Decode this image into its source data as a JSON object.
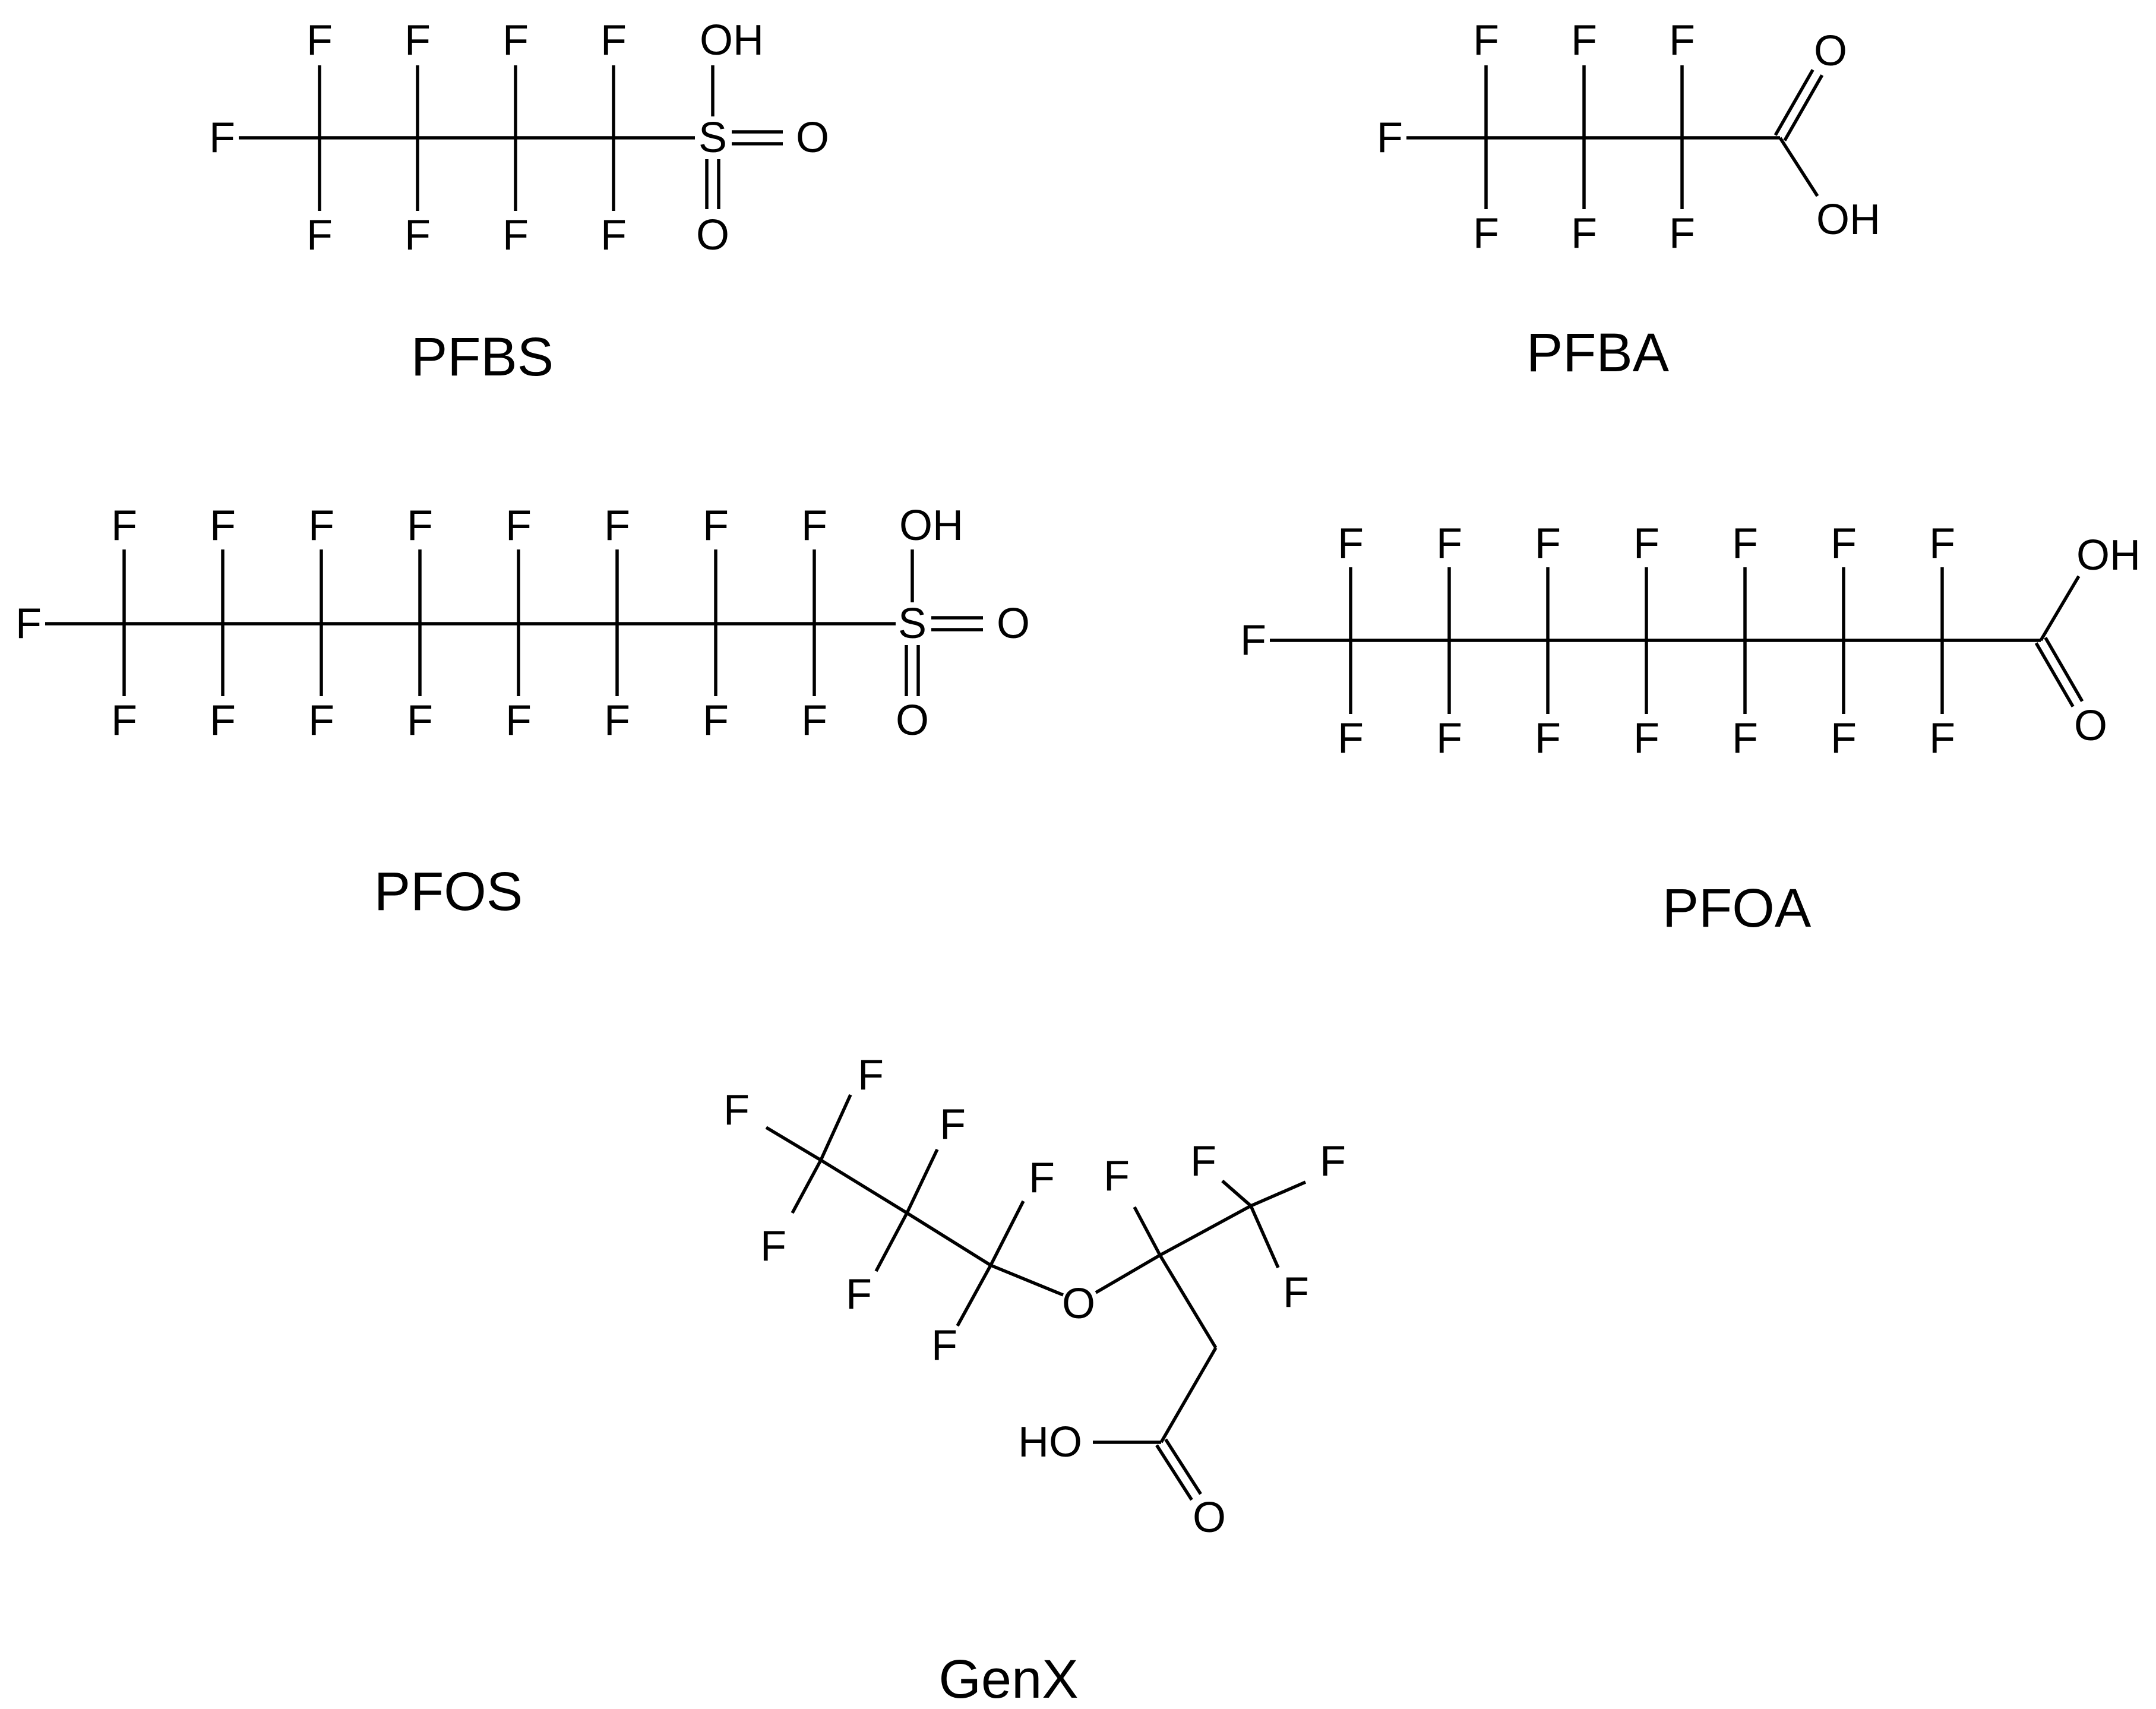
{
  "figure": {
    "background": "#ffffff",
    "ink": "#000000"
  },
  "compounds": [
    {
      "id": "pfbs",
      "name": "PFBS"
    },
    {
      "id": "pfba",
      "name": "PFBA"
    },
    {
      "id": "pfos",
      "name": "PFOS"
    },
    {
      "id": "pfoa",
      "name": "PFOA"
    },
    {
      "id": "genx",
      "name": "GenX"
    }
  ],
  "atom_symbols": {
    "fluorine": "F",
    "oxygen": "O",
    "sulfur": "S",
    "hydroxyl": "OH",
    "hydroxyl_left": "HO"
  }
}
